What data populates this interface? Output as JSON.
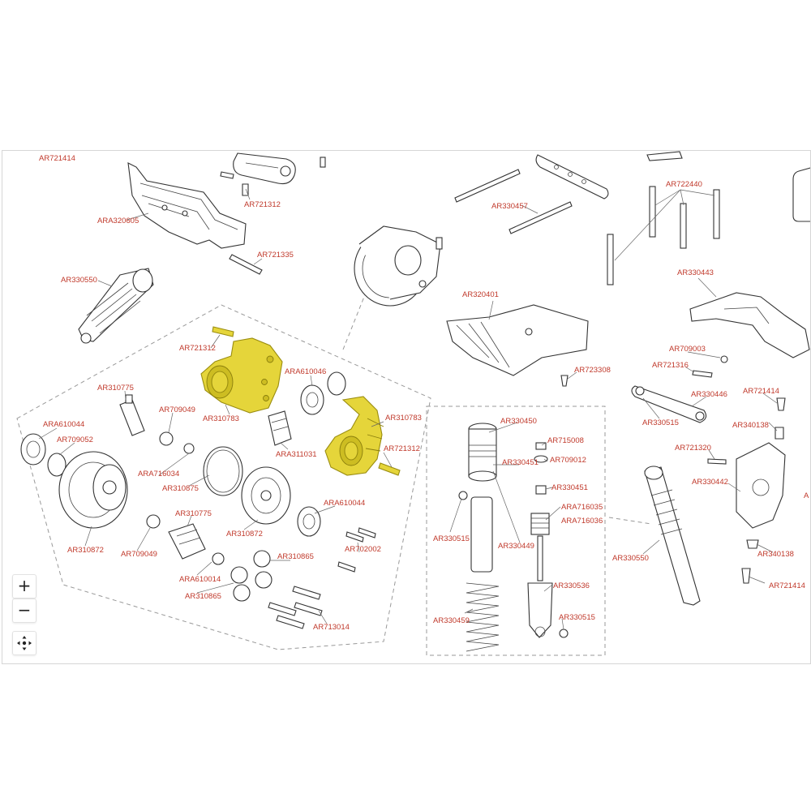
{
  "viewer": {
    "controls": {
      "zoom_in": "+",
      "zoom_out": "−",
      "recenter_icon": "crosshair-icon"
    }
  },
  "colors": {
    "label": "#c0392b",
    "highlight": "#e5d53a"
  },
  "parts": [
    "AR721414",
    "ARA320605",
    "AR721312",
    "AR721335",
    "AR330550",
    "AR721312",
    "ARA610046",
    "AR310775",
    "AR709049",
    "AR310783",
    "ARA311031",
    "AR310783",
    "AR721312",
    "ARA610044",
    "AR709052",
    "ARA716034",
    "AR310875",
    "AR310775",
    "ARA610044",
    "AR310872",
    "AR310872",
    "AR709049",
    "AR310865",
    "ARA610014",
    "AR702002",
    "AR310865",
    "AR713014",
    "AR330457",
    "AR320401",
    "AR723308",
    "AR722440",
    "AR330443",
    "AR709003",
    "AR721316",
    "AR721414",
    "AR330446",
    "AR330515",
    "AR340138",
    "AR721320",
    "AR330442",
    "AR330550",
    "AR340138",
    "AR721414",
    "AR330450",
    "AR715008",
    "AR330451",
    "AR709012",
    "AR330451",
    "ARA716035",
    "ARA716036",
    "AR330515",
    "AR330449",
    "AR330536",
    "AR330459",
    "AR330515"
  ]
}
